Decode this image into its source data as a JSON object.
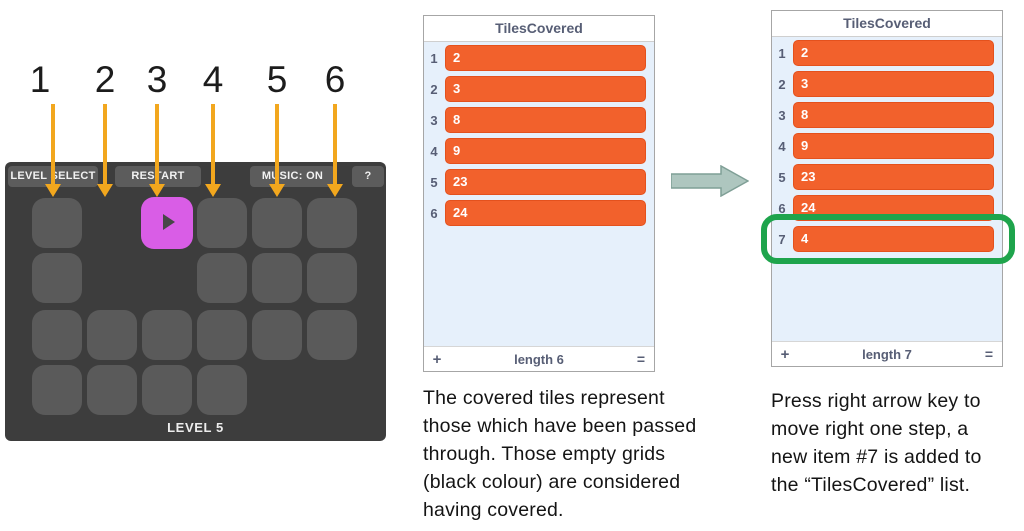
{
  "annotations": {
    "tile_numbers": [
      "1",
      "2",
      "3",
      "4",
      "5",
      "6"
    ]
  },
  "game": {
    "toolbar": {
      "level_select": "LEVEL SELECT",
      "restart": "RESTART",
      "music": "MUSIC: ON",
      "help": "?"
    },
    "level_label": "LEVEL 5"
  },
  "lists": {
    "before": {
      "title": "TilesCovered",
      "items": [
        {
          "index": "1",
          "value": "2"
        },
        {
          "index": "2",
          "value": "3"
        },
        {
          "index": "3",
          "value": "8"
        },
        {
          "index": "4",
          "value": "9"
        },
        {
          "index": "5",
          "value": "23"
        },
        {
          "index": "6",
          "value": "24"
        }
      ],
      "add_label": "+",
      "length_label": "length 6",
      "resize_label": "="
    },
    "after": {
      "title": "TilesCovered",
      "items": [
        {
          "index": "1",
          "value": "2"
        },
        {
          "index": "2",
          "value": "3"
        },
        {
          "index": "3",
          "value": "8"
        },
        {
          "index": "4",
          "value": "9"
        },
        {
          "index": "5",
          "value": "23"
        },
        {
          "index": "6",
          "value": "24"
        },
        {
          "index": "7",
          "value": "4"
        }
      ],
      "add_label": "+",
      "length_label": "length 7",
      "resize_label": "="
    }
  },
  "captions": {
    "before_lines": [
      "The covered tiles represent",
      "those which have been passed",
      "through. Those empty grids",
      "(black colour) are considered",
      "having covered."
    ],
    "after_lines": [
      "Press right arrow key to",
      "move right one step, a",
      "new item #7 is added to",
      "the “TilesCovered” list."
    ]
  },
  "colors": {
    "annotation_yellow": "#f2a71e",
    "list_item_orange": "#f2612c",
    "highlight_green": "#1ea44c",
    "player_magenta": "#d95de6",
    "transition_arrow_sage": "#aec6bf",
    "panel_gray": "#3d3d3d"
  }
}
